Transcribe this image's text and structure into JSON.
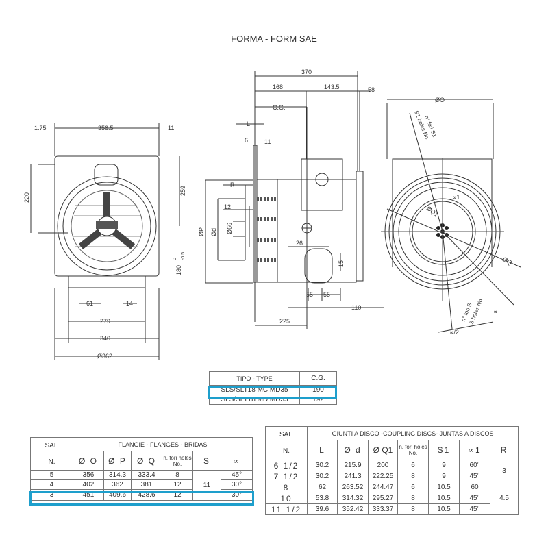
{
  "title": "FORMA - FORM SAE",
  "left_view": {
    "dims": {
      "d1_75": "1.75",
      "d356_5": "356.5",
      "d11": "11",
      "d220": "220",
      "d259": "259",
      "d180": "180",
      "tol_up": "0",
      "tol_dn": "-0.5",
      "d61": "61",
      "d14": "14",
      "d279": "279",
      "d340": "340",
      "d362": "Ø362"
    }
  },
  "side_view": {
    "dims": {
      "d370": "370",
      "d168": "168",
      "d143_5": "143.5",
      "d58": "58",
      "cg": "C.G.",
      "L": "L",
      "d6": "6",
      "d11": "11",
      "R": "R",
      "phiP": "ØP",
      "d12": "12",
      "phid": "Ød",
      "phi66": "Ø66",
      "d26": "26",
      "d15": "15",
      "d55a": "55",
      "d55b": "55",
      "d110": "110",
      "d225": "225"
    }
  },
  "front_view": {
    "dims": {
      "phiO": "ØO",
      "s1_it": "n° fori S1",
      "s1_en": "S1 holes No.",
      "alpha1": "∝1",
      "phiQ1": "ØQ1",
      "phiQ": "ØQ",
      "s_it": "n° fori S",
      "s_en": "S holes No.",
      "alpha": "∝",
      "alpha_half": "∝/2"
    }
  },
  "type_table": {
    "headers": [
      "TIPO - TYPE",
      "C.G."
    ],
    "rows": [
      [
        "SLS/SLT18 MC MD35",
        "190"
      ],
      [
        "SLS/SLT18 MD MD35",
        "192"
      ]
    ],
    "highlighted_row": 0
  },
  "flanges_table": {
    "sae": "SAE",
    "n": "N.",
    "group": "FLANGIE  - FLANGES - BRIDAS",
    "headers": [
      "Ø O",
      "Ø P",
      "Ø Q",
      "n. fori holes No.",
      "S",
      "∝"
    ],
    "rows": [
      [
        "5",
        "356",
        "314.3",
        "333.4",
        "8",
        "45°"
      ],
      [
        "4",
        "402",
        "362",
        "381",
        "12",
        "30°"
      ],
      [
        "3",
        "451",
        "409.6",
        "428.6",
        "12",
        "30°"
      ]
    ],
    "s_value": "11",
    "highlighted_row": 2
  },
  "discs_table": {
    "sae": "SAE",
    "n": "N.",
    "group": "GIUNTI A DISCO -COUPLING DISCS- JUNTAS A DISCOS",
    "headers": [
      "L",
      "Ø d",
      "Ø Q1",
      "n. fori holes No.",
      "S1",
      "∝1",
      "R"
    ],
    "rows": [
      [
        "6 1/2",
        "30.2",
        "215.9",
        "200",
        "6",
        "9",
        "60°"
      ],
      [
        "7 1/2",
        "30.2",
        "241.3",
        "222.25",
        "8",
        "9",
        "45°"
      ],
      [
        "8",
        "62",
        "263.52",
        "244.47",
        "6",
        "10.5",
        "60"
      ],
      [
        "10",
        "53.8",
        "314.32",
        "295.27",
        "8",
        "10.5",
        "45°"
      ],
      [
        "11 1/2",
        "39.6",
        "352.42",
        "333.37",
        "8",
        "10.5",
        "45°"
      ]
    ],
    "r_values": [
      "3",
      "4.5"
    ]
  },
  "colors": {
    "highlight": "#1e9fcc",
    "line": "#333333"
  }
}
